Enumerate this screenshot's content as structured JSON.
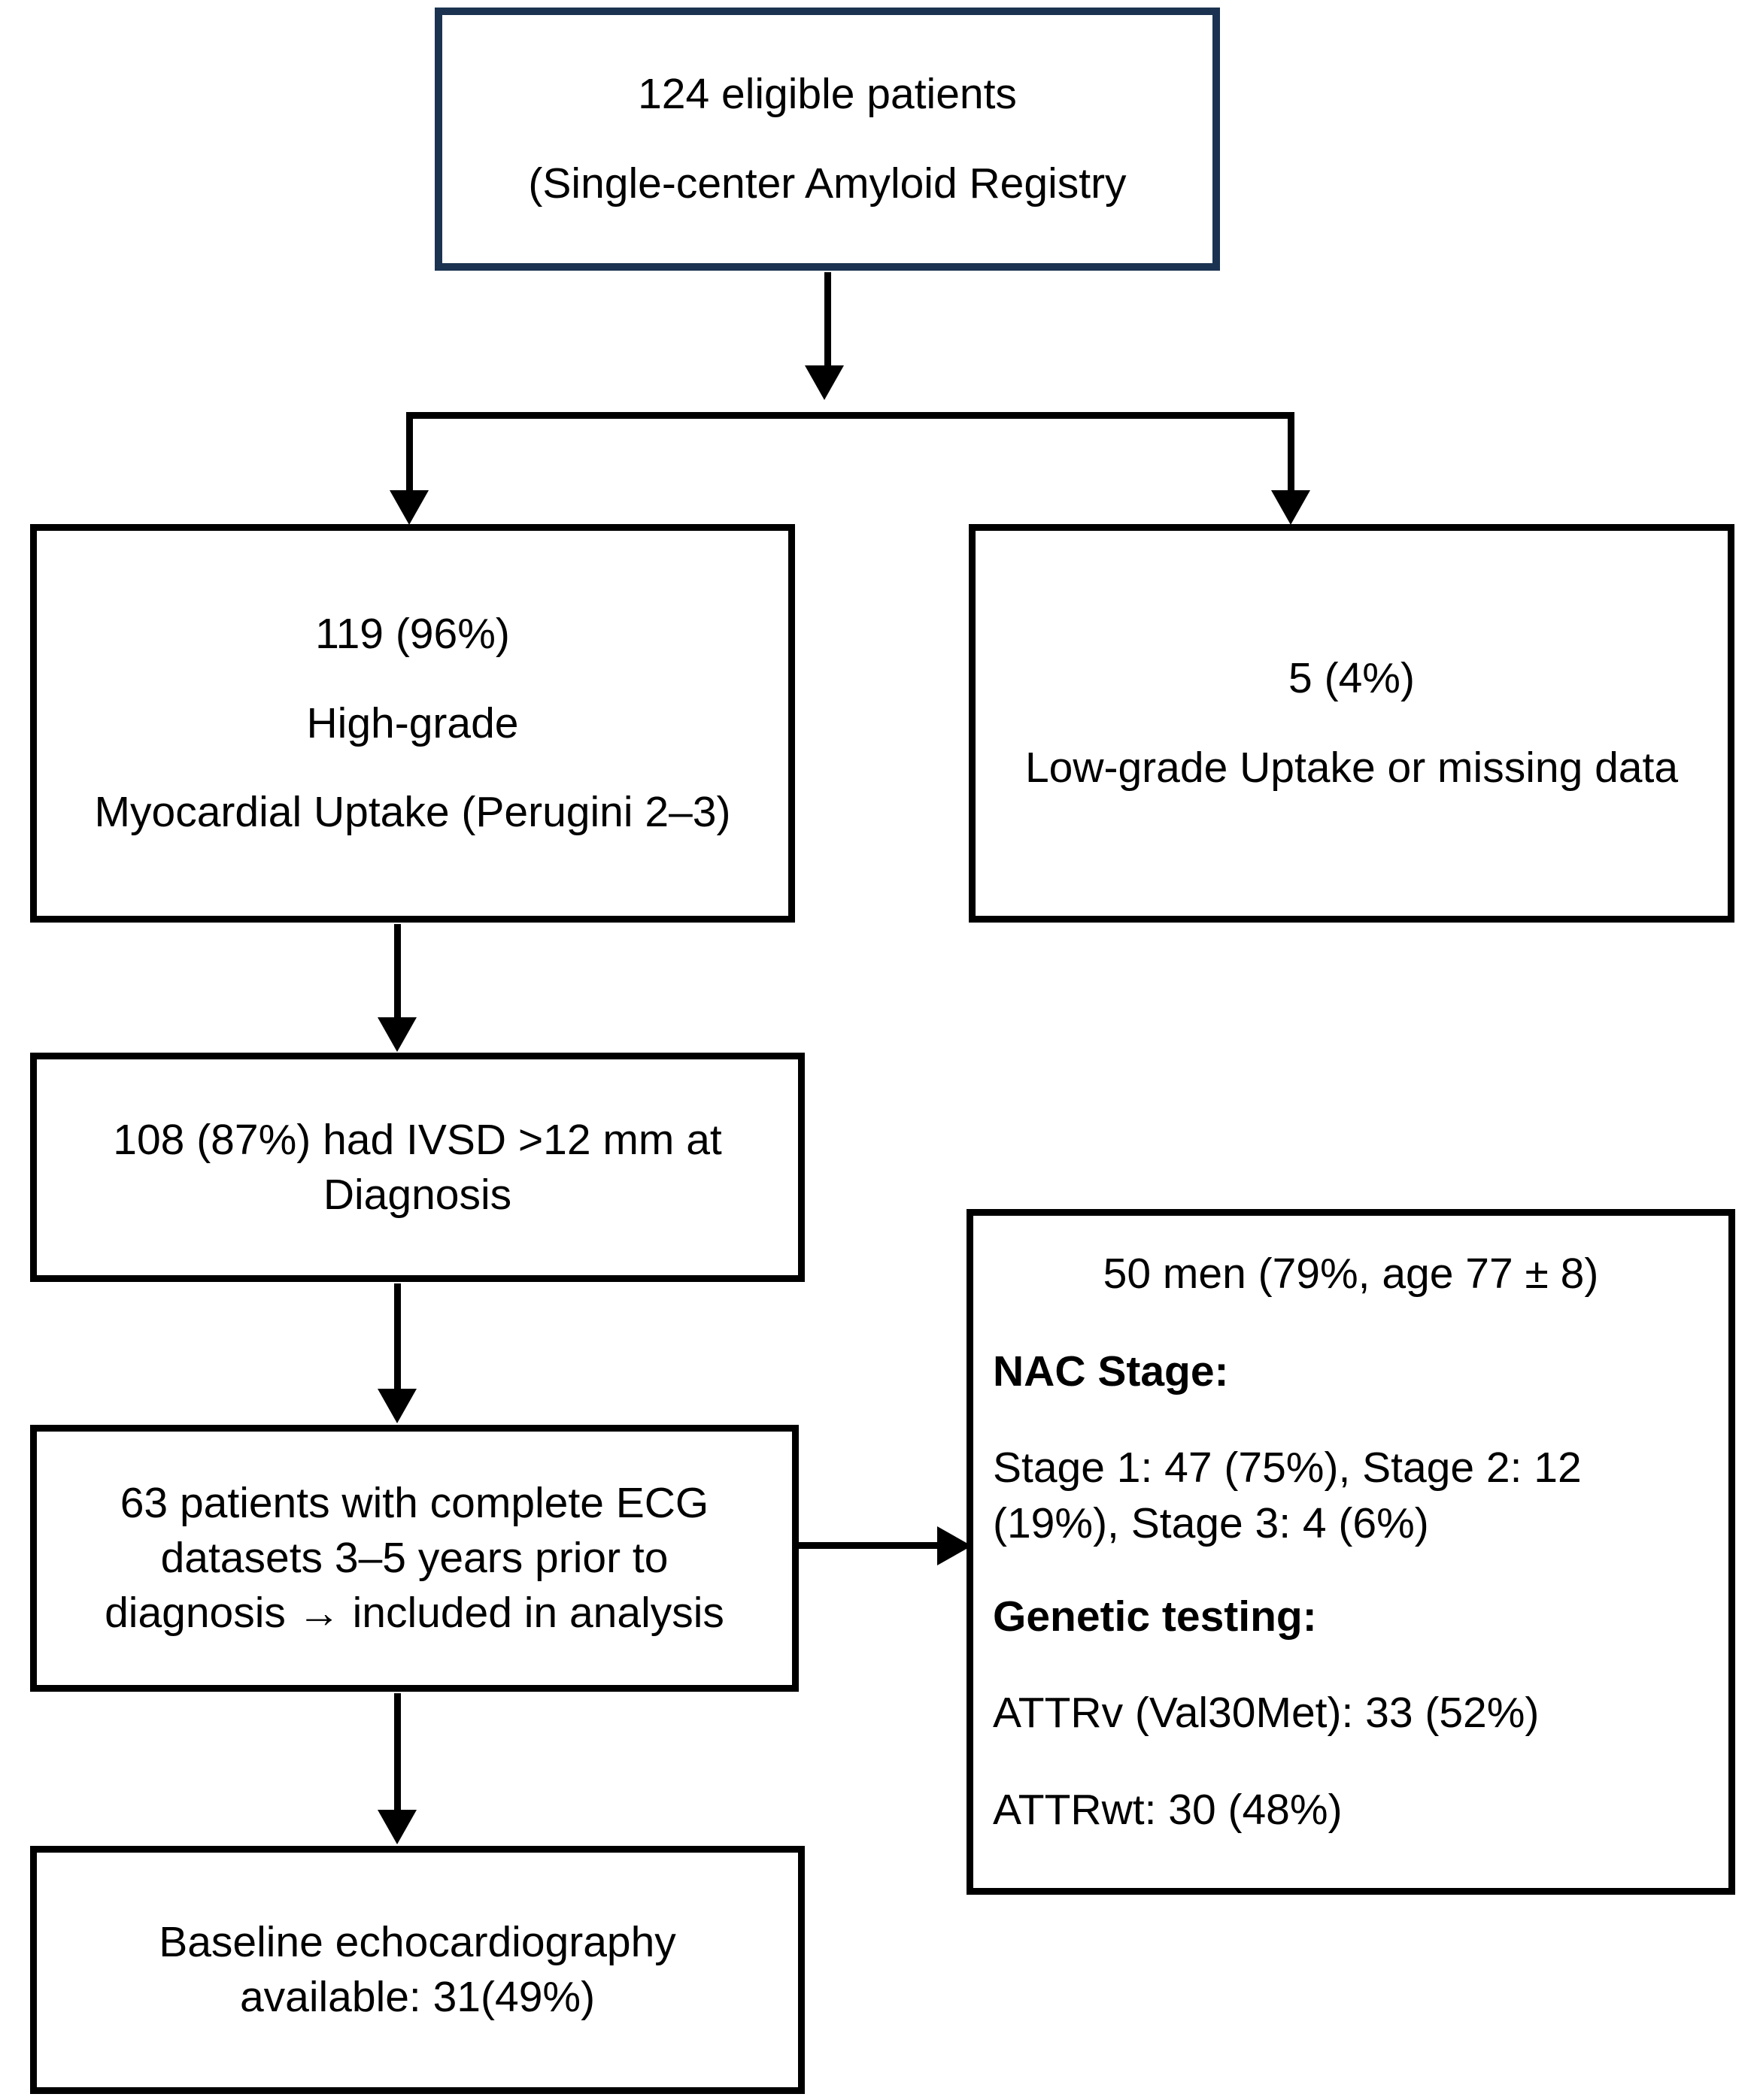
{
  "diagram": {
    "type": "flowchart",
    "title_node": {
      "id": "eligible-patients",
      "line1": "124 eligible patients",
      "line2": "(Single-center Amyloid Registry",
      "border_color": "#1b3350"
    },
    "nodes": [
      {
        "id": "high-grade-uptake",
        "line1": "119 (96%)",
        "line2": "High-grade",
        "line3": "Myocardial Uptake (Perugini 2–3)"
      },
      {
        "id": "low-grade-uptake",
        "line1": "5 (4%)",
        "line2": "Low-grade Uptake or missing data"
      },
      {
        "id": "ivsd-diagnosis",
        "line1": "108 (87%) had IVSD >12 mm at Diagnosis"
      },
      {
        "id": "ecg-datasets",
        "line1": "63 patients with complete ECG datasets 3–5 years prior to diagnosis → included in analysis"
      },
      {
        "id": "baseline-echo",
        "line1": "Baseline echocardiography available: 31(49%)"
      }
    ],
    "detail_node": {
      "id": "cohort-characteristics",
      "demographics": "50 men (79%, age 77 ± 8)",
      "nac_stage_heading": "NAC Stage:",
      "nac_stage_values": "Stage 1: 47 (75%), Stage 2: 12 (19%), Stage 3: 4 (6%)",
      "genetic_heading": "Genetic testing:",
      "genetic_value_1": "ATTRv (Val30Met): 33 (52%)",
      "genetic_value_2": "ATTRwt: 30 (48%)"
    },
    "connectors": [
      {
        "id": "root-to-split",
        "kind": "arrow-down"
      },
      {
        "id": "split-bar",
        "kind": "horizontal"
      },
      {
        "id": "split-to-high-grade",
        "kind": "arrow-down"
      },
      {
        "id": "split-to-low-grade",
        "kind": "arrow-down"
      },
      {
        "id": "high-grade-to-ivsd",
        "kind": "arrow-down"
      },
      {
        "id": "ivsd-to-ecg",
        "kind": "arrow-down"
      },
      {
        "id": "ecg-to-detail",
        "kind": "arrow-right"
      },
      {
        "id": "ecg-to-echo",
        "kind": "arrow-down"
      }
    ]
  }
}
